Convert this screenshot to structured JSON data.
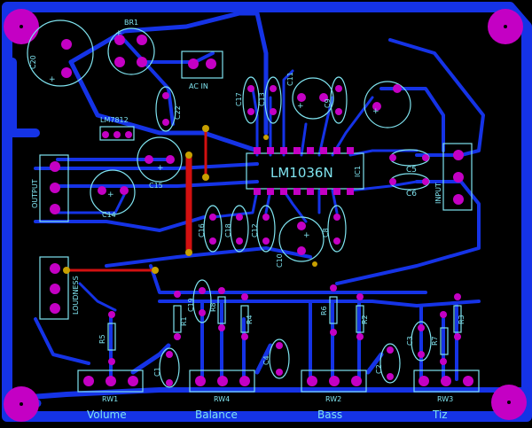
{
  "board": {
    "ic_label": "LM1036N",
    "ic_ref": "IC1",
    "regulator": "LM7812",
    "connectors": {
      "ac": "AC IN",
      "output": "OUTPUT",
      "input": "INPUT",
      "loudness": "LOUDNESS"
    },
    "bottom_labels": [
      "Volume",
      "Balance",
      "Bass",
      "Tiz"
    ],
    "pots": [
      "RW1",
      "RW4",
      "RW2",
      "RW3"
    ],
    "components": {
      "br": "BR1",
      "c20": "C20",
      "c22": "C22",
      "c15": "C15",
      "c14": "C14",
      "c17": "C17",
      "c13": "C13",
      "c11": "C11",
      "c9": "C9",
      "c5": "C5",
      "c6": "C6",
      "c16": "C16",
      "c18": "C18",
      "c12": "C12",
      "c10": "C10",
      "c8": "C8",
      "c19": "C19",
      "r5": "R5",
      "r1": "R1",
      "r8": "R8",
      "r4": "R4",
      "r6": "R6",
      "r2": "R2",
      "r7": "R7",
      "r3": "R3",
      "c1": "C1",
      "c4": "C4",
      "c2": "C2",
      "c3": "C3"
    },
    "colors": {
      "background": "#000000",
      "copper": "#1533e6",
      "pad": "#c400c4",
      "silkscreen": "#7fe3ef",
      "jumper": "#d21010"
    }
  }
}
